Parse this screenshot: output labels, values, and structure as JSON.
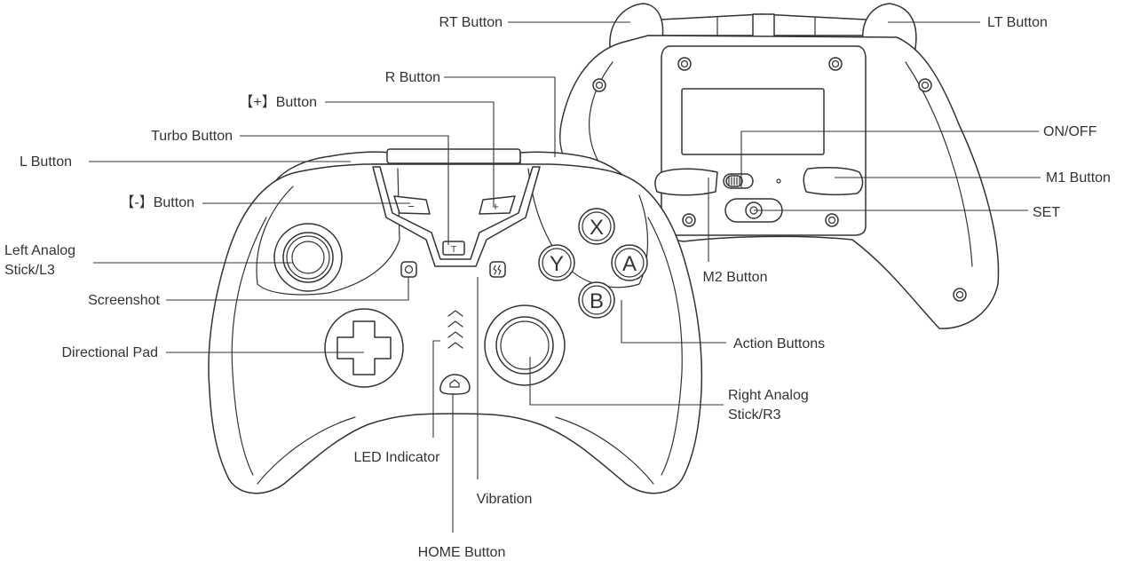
{
  "labels": {
    "rt_button": "RT Button",
    "lt_button": "LT Button",
    "r_button": "R Button",
    "plus_button": "【+】Button",
    "turbo_button": "Turbo Button",
    "l_button": "L Button",
    "minus_button": "【-】Button",
    "left_stick_line1": "Left Analog",
    "left_stick_line2": "Stick/L3",
    "screenshot": "Screenshot",
    "directional_pad": "Directional Pad",
    "led_indicator": "LED Indicator",
    "vibration": "Vibration",
    "home_button": "HOME Button",
    "on_off": "ON/OFF",
    "m1_button": "M1 Button",
    "set": "SET",
    "m2_button": "M2 Button",
    "action_buttons": "Action Buttons",
    "right_stick_line1": "Right Analog",
    "right_stick_line2": "Stick/R3"
  },
  "button_glyphs": {
    "x": "X",
    "y": "Y",
    "a": "A",
    "b": "B",
    "turbo": "T",
    "minus": "−",
    "plus": "+"
  },
  "colors": {
    "line": "#333333",
    "background": "#ffffff"
  }
}
